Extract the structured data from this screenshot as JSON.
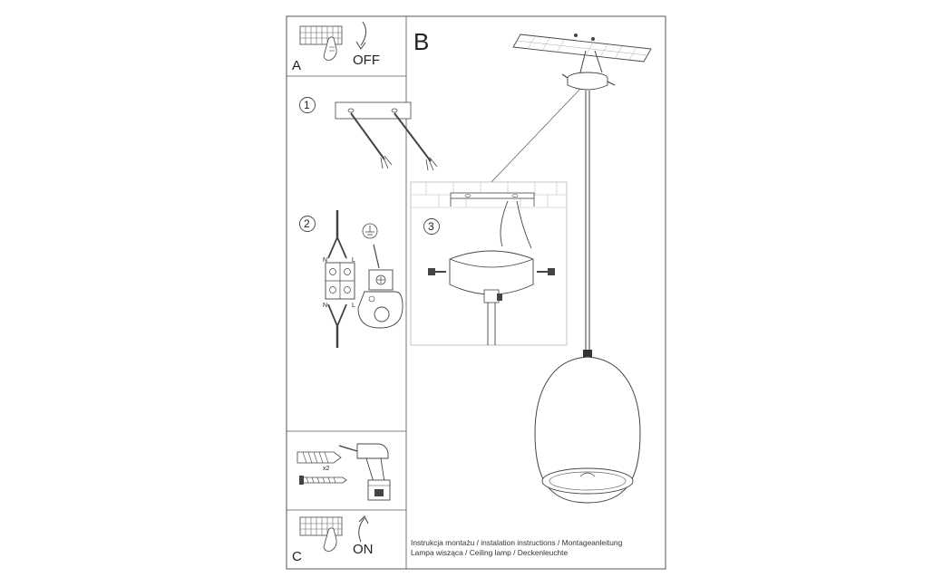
{
  "panel_a": {
    "letter": "A",
    "action": "OFF"
  },
  "panel_b": {
    "letter": "B"
  },
  "panel_c": {
    "letter": "C",
    "action": "ON"
  },
  "steps": [
    {
      "number": "1"
    },
    {
      "number": "2"
    },
    {
      "number": "3"
    }
  ],
  "wiring": {
    "left_top": "N",
    "right_top": "L",
    "left_bottom": "N",
    "right_bottom": "L"
  },
  "fixings": {
    "multiplier": "x2"
  },
  "caption": {
    "line1": "Instrukcja montażu / instalation instructions / Montageanleitung",
    "line2": "Lampa wisząca / Ceiling lamp  / Deckenleuchte"
  },
  "icons": [
    "power-switch-off-icon",
    "power-switch-on-icon",
    "ground-symbol-icon",
    "electric-drill-icon",
    "wall-plug-icon",
    "screw-icon"
  ]
}
